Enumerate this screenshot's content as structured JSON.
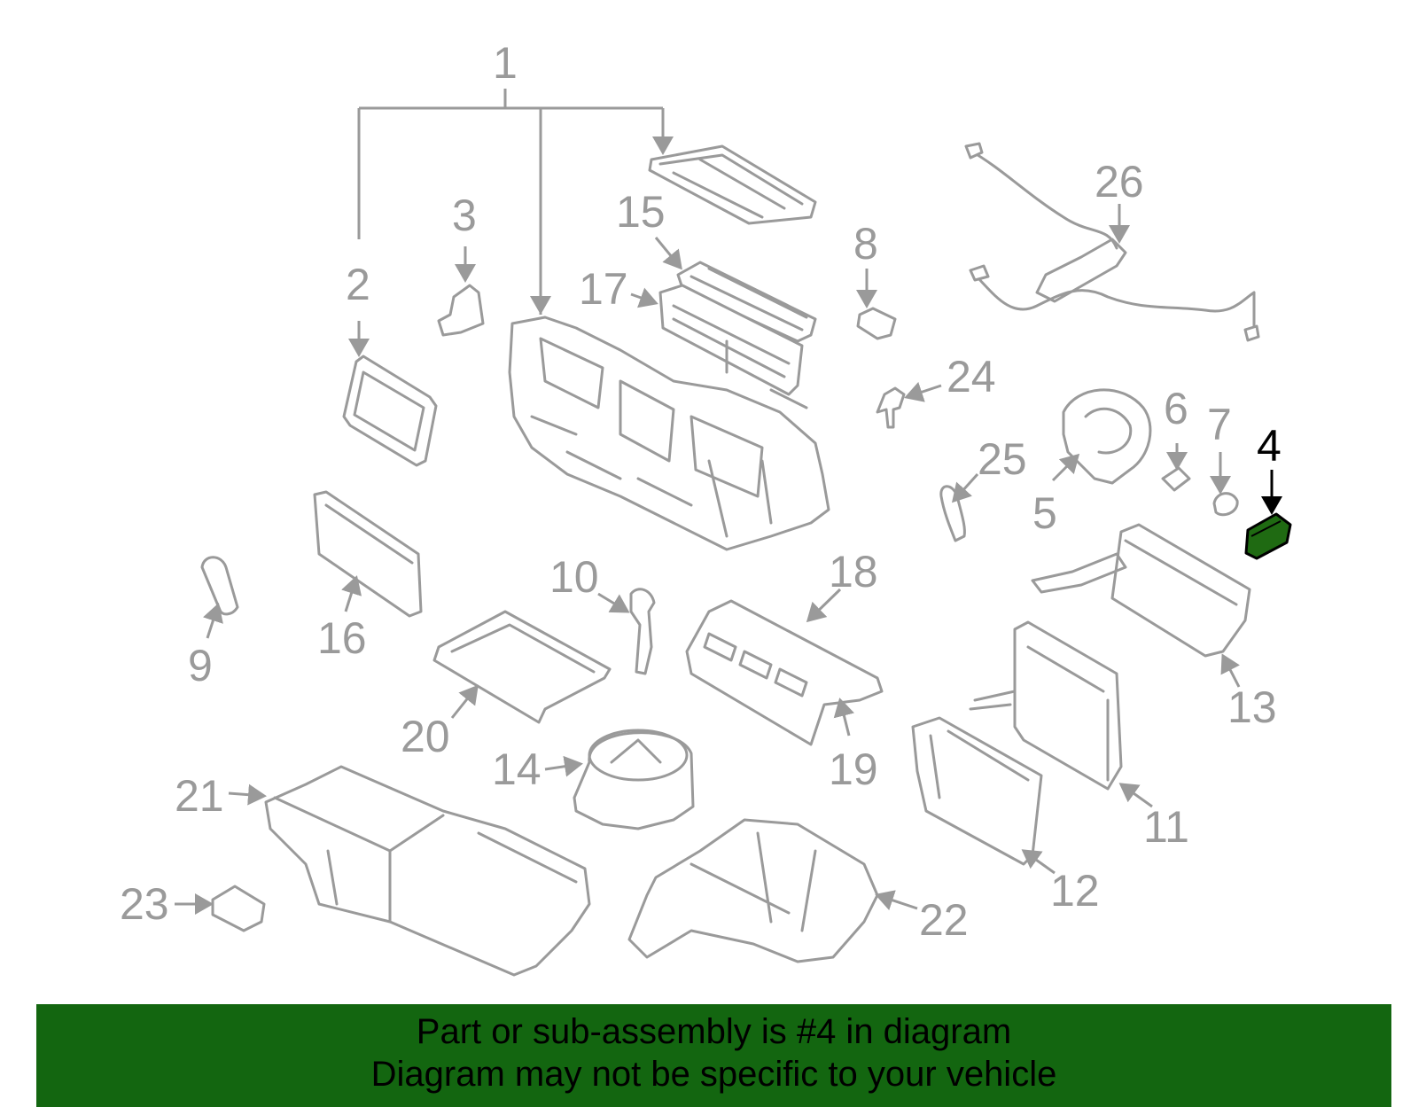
{
  "callouts": [
    "1",
    "2",
    "3",
    "4",
    "5",
    "6",
    "7",
    "8",
    "9",
    "10",
    "11",
    "12",
    "13",
    "14",
    "15",
    "16",
    "17",
    "18",
    "19",
    "20",
    "21",
    "22",
    "23",
    "24",
    "25",
    "26"
  ],
  "highlighted_part": "4",
  "colors": {
    "part_stroke": "#9a9a9a",
    "highlight_fill": "#1f6a12",
    "banner_bg": "#136610",
    "banner_text": "#000000"
  },
  "banner": {
    "line1": "Part or sub-assembly is #4 in diagram",
    "line2": "Diagram may not be specific to your vehicle"
  }
}
